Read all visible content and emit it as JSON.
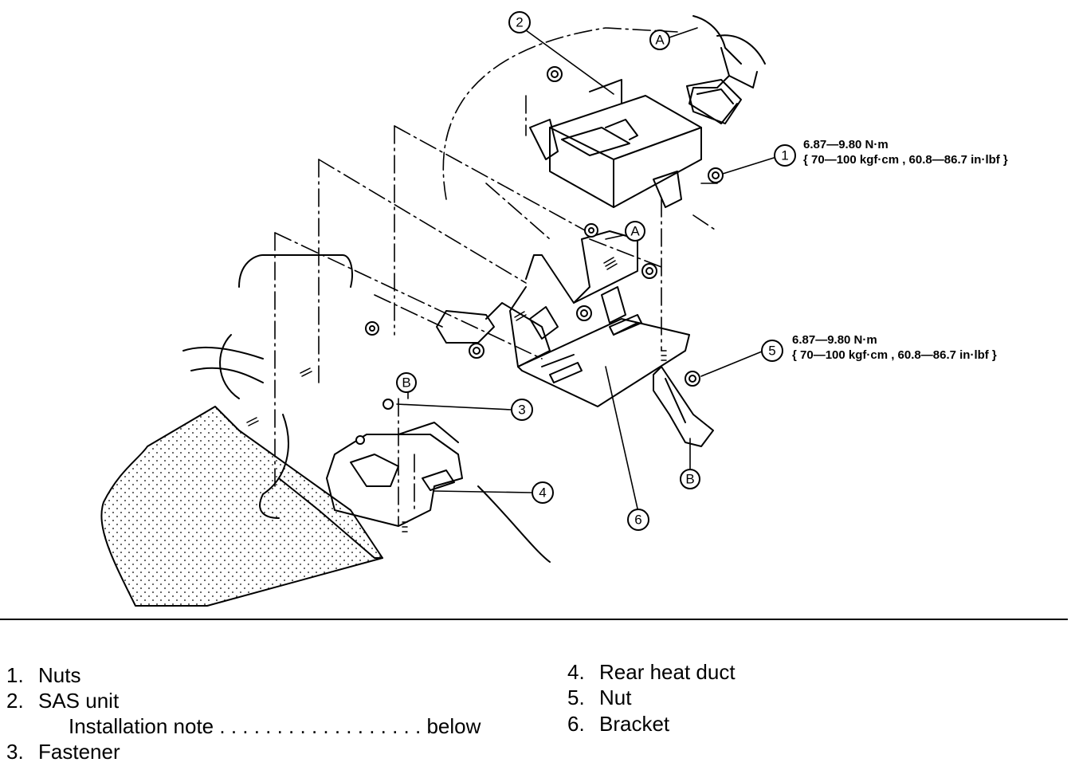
{
  "callouts": {
    "c1": "1",
    "c2": "2",
    "c3": "3",
    "c4": "4",
    "c5": "5",
    "c6": "6",
    "ref_a_top": "A",
    "ref_a_mid": "A",
    "ref_b_left": "B",
    "ref_b_right": "B"
  },
  "torque_specs": [
    {
      "line1": "6.87—9.80 N·m",
      "line2": "{ 70—100 kgf·cm , 60.8—86.7 in·lbf }"
    },
    {
      "line1": "6.87—9.80 N·m",
      "line2": "{ 70—100 kgf·cm , 60.8—86.7 in·lbf }"
    }
  ],
  "legend": {
    "items": [
      {
        "num": "1.",
        "label": "Nuts"
      },
      {
        "num": "2.",
        "label": "SAS unit"
      },
      {
        "num": "3.",
        "label": "Fastener"
      },
      {
        "num": "4.",
        "label": "Rear heat duct"
      },
      {
        "num": "5.",
        "label": "Nut"
      },
      {
        "num": "6.",
        "label": "Bracket"
      }
    ],
    "note": {
      "label": "Installation note",
      "leader": ". . . . . . . . . . . . . . . . . .",
      "ref": "below"
    }
  }
}
